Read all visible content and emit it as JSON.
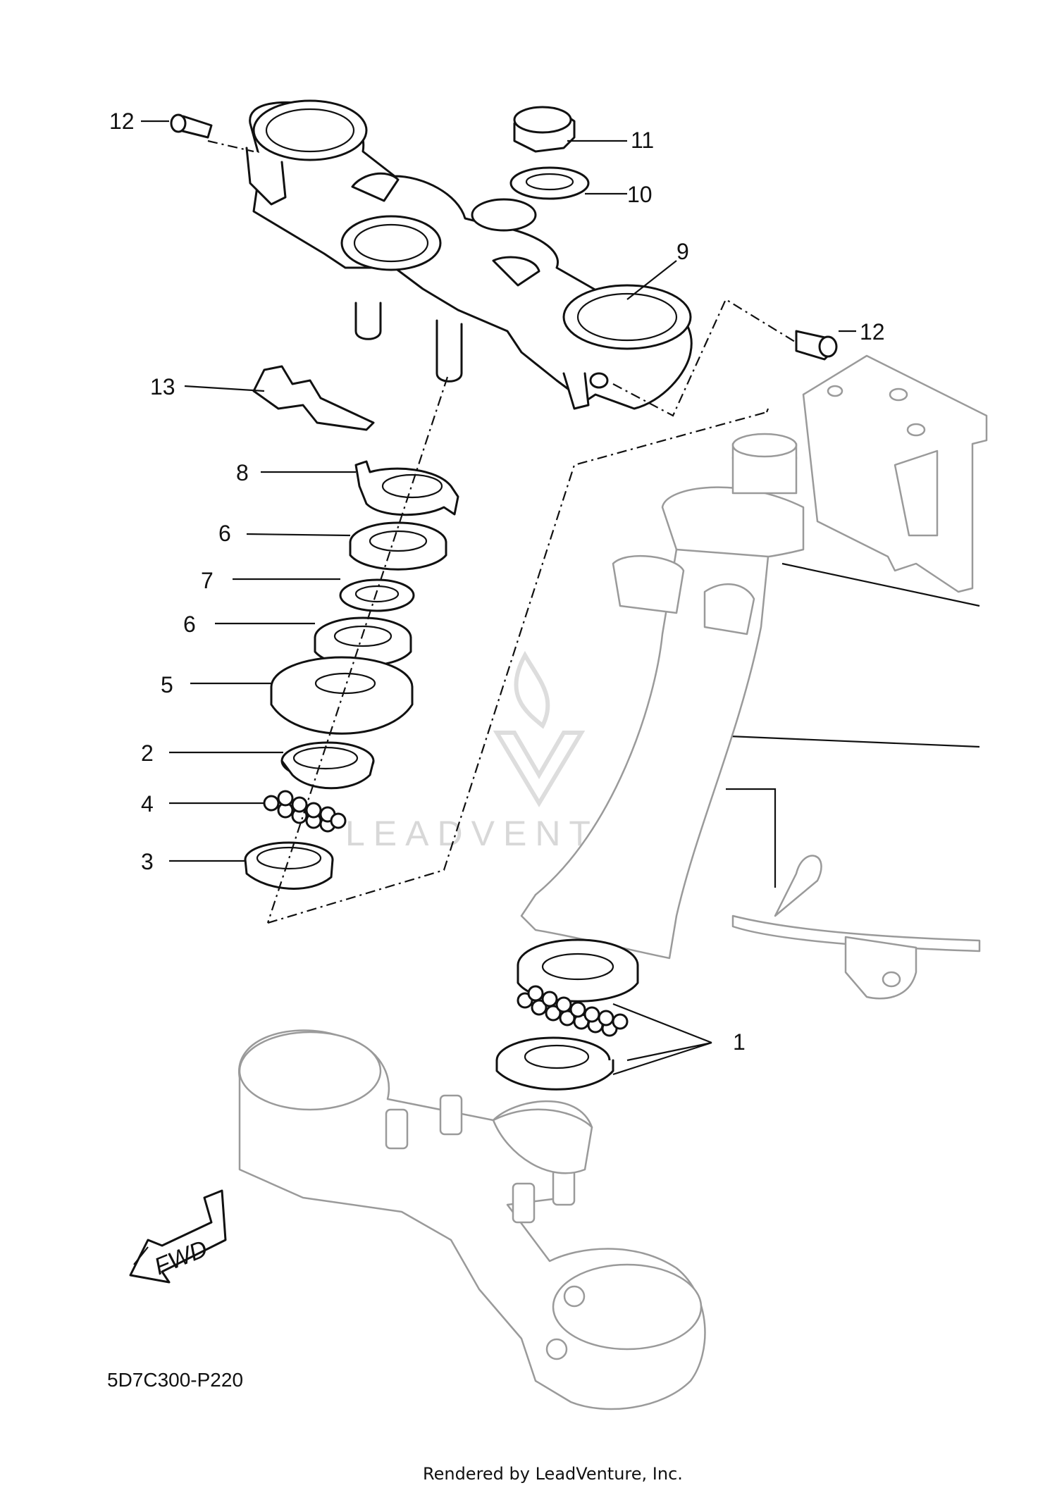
{
  "diagram": {
    "callouts": [
      {
        "id": "c1",
        "label": "1"
      },
      {
        "id": "c2",
        "label": "2"
      },
      {
        "id": "c3",
        "label": "3"
      },
      {
        "id": "c4",
        "label": "4"
      },
      {
        "id": "c5",
        "label": "5"
      },
      {
        "id": "c6a",
        "label": "6"
      },
      {
        "id": "c6b",
        "label": "6"
      },
      {
        "id": "c7",
        "label": "7"
      },
      {
        "id": "c8",
        "label": "8"
      },
      {
        "id": "c9",
        "label": "9"
      },
      {
        "id": "c10",
        "label": "10"
      },
      {
        "id": "c11",
        "label": "11"
      },
      {
        "id": "c12a",
        "label": "12"
      },
      {
        "id": "c12b",
        "label": "12"
      },
      {
        "id": "c13",
        "label": "13"
      }
    ],
    "fwd_label": "FWD",
    "diagram_code": "5D7C300-P220",
    "watermark": "LEADVENTURE",
    "credit": "Rendered by LeadVenture, Inc."
  }
}
